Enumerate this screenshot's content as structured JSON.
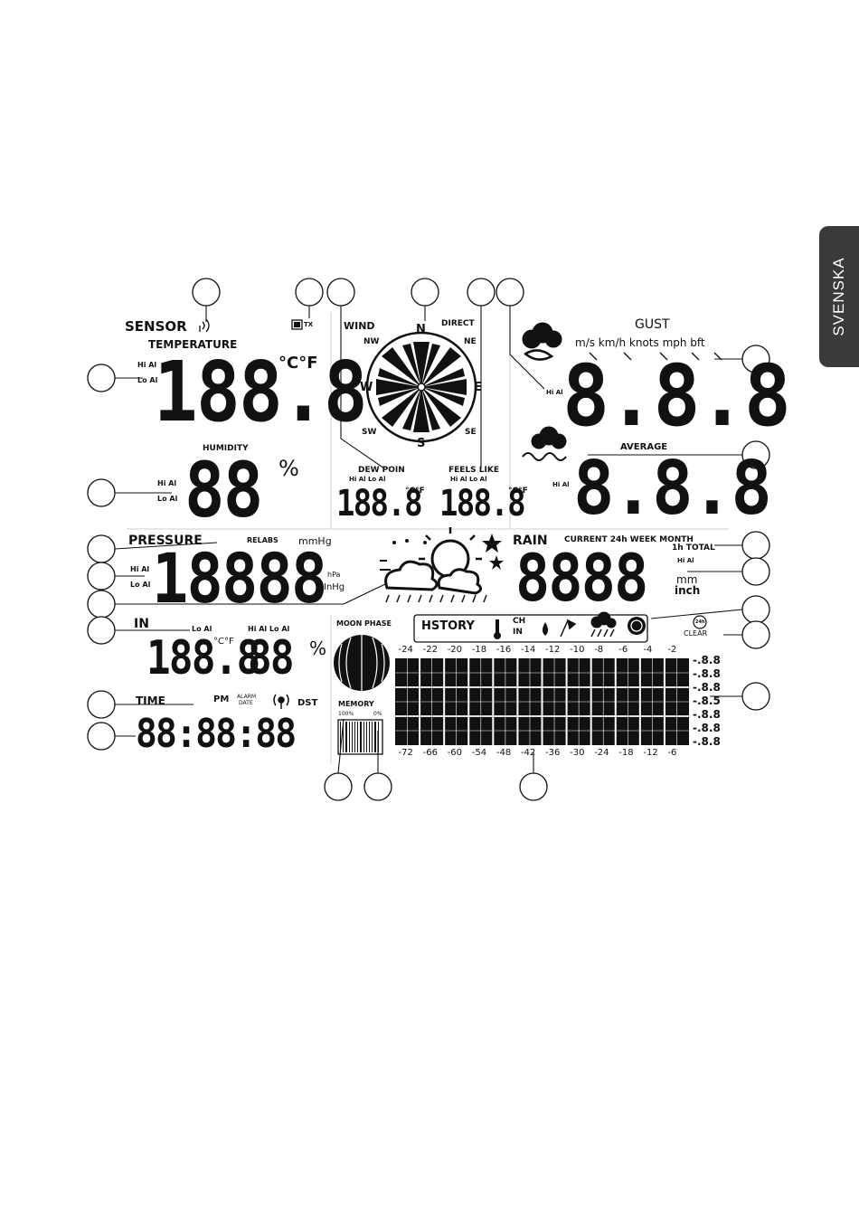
{
  "tab_label": "SVENSKA",
  "sensor": {
    "title": "SENSOR",
    "tx": "TX"
  },
  "temperature": {
    "title": "TEMPERATURE",
    "value": "188.8",
    "units": "°C°F",
    "hi": "Hi Al",
    "lo": "Lo Al"
  },
  "humidity": {
    "title": "HUMIDITY",
    "value": "88",
    "unit": "%",
    "hi": "Hi Al",
    "lo": "Lo Al"
  },
  "wind": {
    "title": "WIND",
    "direct": "DIRECT",
    "compass": [
      "N",
      "NE",
      "E",
      "SE",
      "S",
      "SW",
      "W",
      "NW"
    ]
  },
  "dew_point": {
    "title": "DEW POIN",
    "value": "188.8",
    "units": "°C°F",
    "alarms": "Hi Al Lo Al"
  },
  "feels_like": {
    "title": "FEELS LIKE",
    "value": "188.8",
    "units": "°C°F",
    "alarms": "Hi Al Lo Al"
  },
  "gust": {
    "title": "GUST",
    "units": "m/s km/h knots mph bft",
    "value": "8.8.8",
    "hi": "Hi Al"
  },
  "average": {
    "title": "AVERAGE",
    "value": "8.8.8",
    "hi": "Hi Al"
  },
  "pressure": {
    "title": "PRESSURE",
    "relabs": "RELABS",
    "mmhg": "mmHg",
    "value": "18888",
    "hpa": "hPa",
    "inhg": "InHg",
    "hi": "Hi Al",
    "lo": "Lo Al"
  },
  "rain": {
    "title": "RAIN",
    "periods": "CURRENT 24h WEEK MONTH",
    "total": "1h TOTAL",
    "value": "8888",
    "mm": "mm",
    "inch": "inch",
    "hi": "Hi Al"
  },
  "indoor": {
    "title": "IN",
    "temp": "188.8",
    "temp_units": "°C°F",
    "hum": "88",
    "hum_unit": "%",
    "alarms1": "Lo Al",
    "alarms2": "Hi Al Lo Al"
  },
  "moon": {
    "title": "MOON PHASE"
  },
  "memory": {
    "title": "MEMORY",
    "left": "100%",
    "right": "0%"
  },
  "time": {
    "title": "TIME",
    "pm": "PM",
    "alarm": "ALARM",
    "date": "DATE",
    "dst": "DST",
    "value": "88:88:88"
  },
  "history": {
    "title": "HSTORY",
    "ch": "CH",
    "in": "IN",
    "top_axis": [
      "-24",
      "-22",
      "-20",
      "-18",
      "-16",
      "-14",
      "-12",
      "-10",
      "-8",
      "-6",
      "-4",
      "-2"
    ],
    "bottom_axis": [
      "-72",
      "-66",
      "-60",
      "-54",
      "-48",
      "-42",
      "-36",
      "-30",
      "-24",
      "-18",
      "-12",
      "-6"
    ],
    "scale": [
      "-.8.8",
      "-.8.8",
      "-.8.8",
      "-.8.5",
      "-.8.8",
      "-.8.8",
      "-.8.8"
    ],
    "clear": "CLEAR",
    "h24": "24h"
  }
}
